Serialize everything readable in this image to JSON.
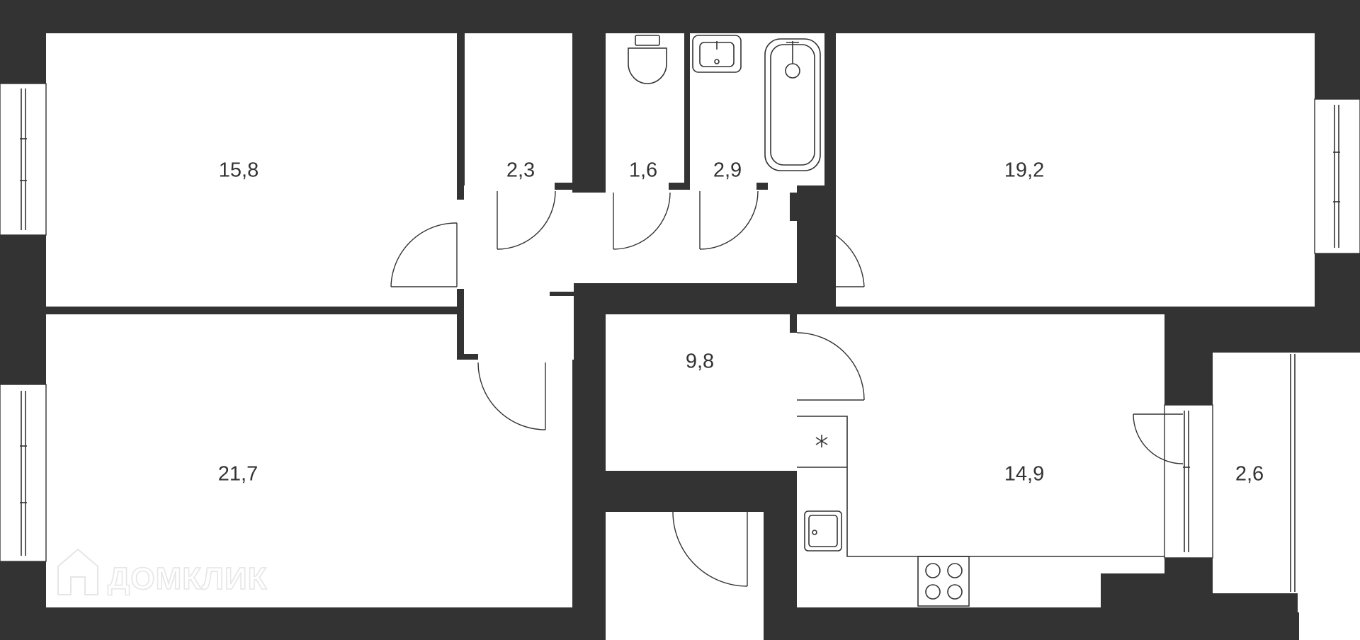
{
  "plan": {
    "rooms": [
      {
        "id": "room-top-left",
        "area": "15,8"
      },
      {
        "id": "room-storage",
        "area": "2,3"
      },
      {
        "id": "room-wc",
        "area": "1,6"
      },
      {
        "id": "room-bathroom",
        "area": "2,9"
      },
      {
        "id": "room-top-right",
        "area": "19,2"
      },
      {
        "id": "room-hall",
        "area": "9,8"
      },
      {
        "id": "room-bottom-left",
        "area": "21,7"
      },
      {
        "id": "room-kitchen",
        "area": "14,9"
      },
      {
        "id": "room-balcony",
        "area": "2,6"
      }
    ],
    "watermark": "ДОМКЛИК"
  },
  "colors": {
    "wall": "#333333",
    "background": "#ffffff",
    "watermark": "#e6e6e6"
  }
}
